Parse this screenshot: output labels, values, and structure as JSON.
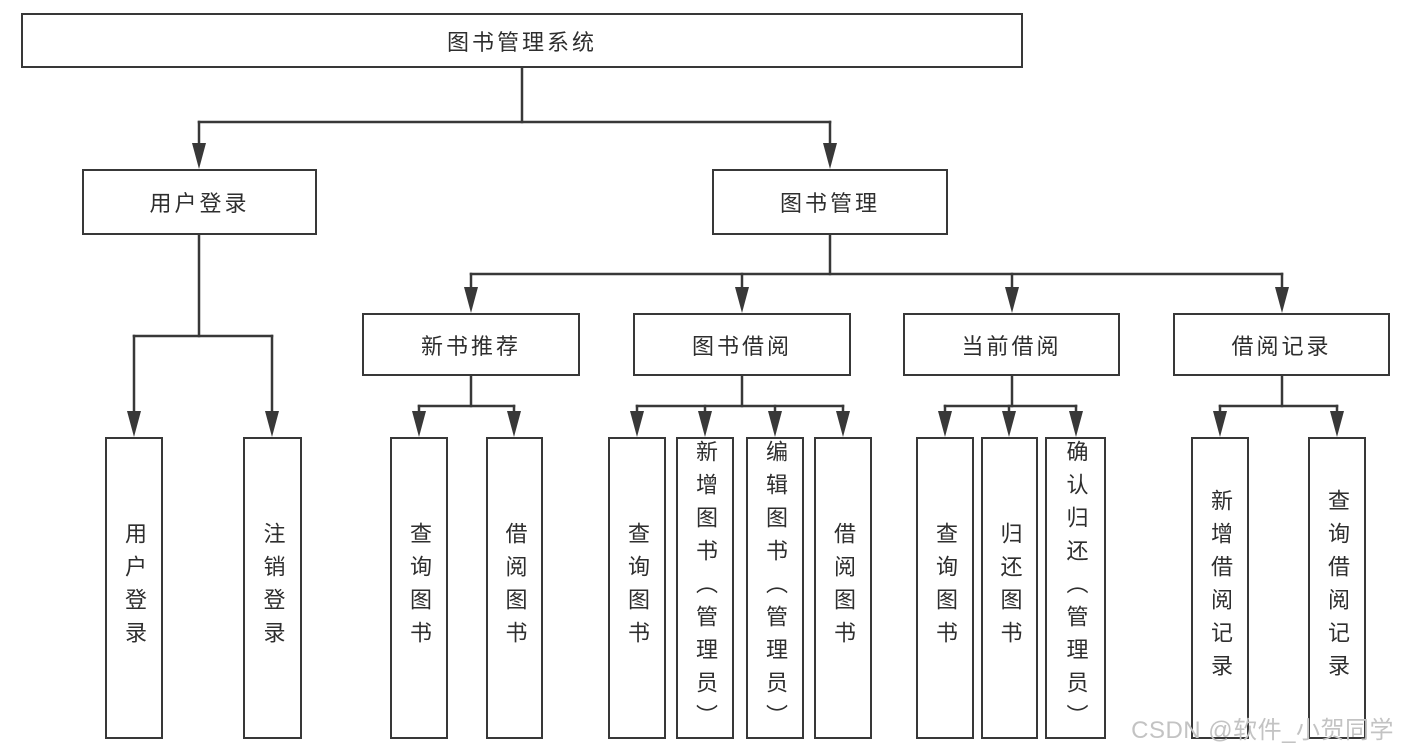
{
  "tree": {
    "root": "图书管理系统",
    "login_branch": {
      "label": "用户登录",
      "leaves": [
        "用户登录",
        "注销登录"
      ]
    },
    "management_branch": {
      "label": "图书管理",
      "groups": [
        {
          "label": "新书推荐",
          "leaves": [
            "查询图书",
            "借阅图书"
          ]
        },
        {
          "label": "图书借阅",
          "leaves": [
            "查询图书",
            "新增图书（管理员）",
            "编辑图书（管理员）",
            "借阅图书"
          ]
        },
        {
          "label": "当前借阅",
          "leaves": [
            "查询图书",
            "归还图书",
            "确认归还（管理员）"
          ]
        },
        {
          "label": "借阅记录",
          "leaves": [
            "新增借阅记录",
            "查询借阅记录"
          ]
        }
      ]
    }
  },
  "watermark": "CSDN @软件_小贺同学",
  "colors": {
    "background": "#ffffff",
    "line": "#383838",
    "box_border": "#383838",
    "text": "#2e2e2e",
    "watermark": "#c3c3c3"
  }
}
